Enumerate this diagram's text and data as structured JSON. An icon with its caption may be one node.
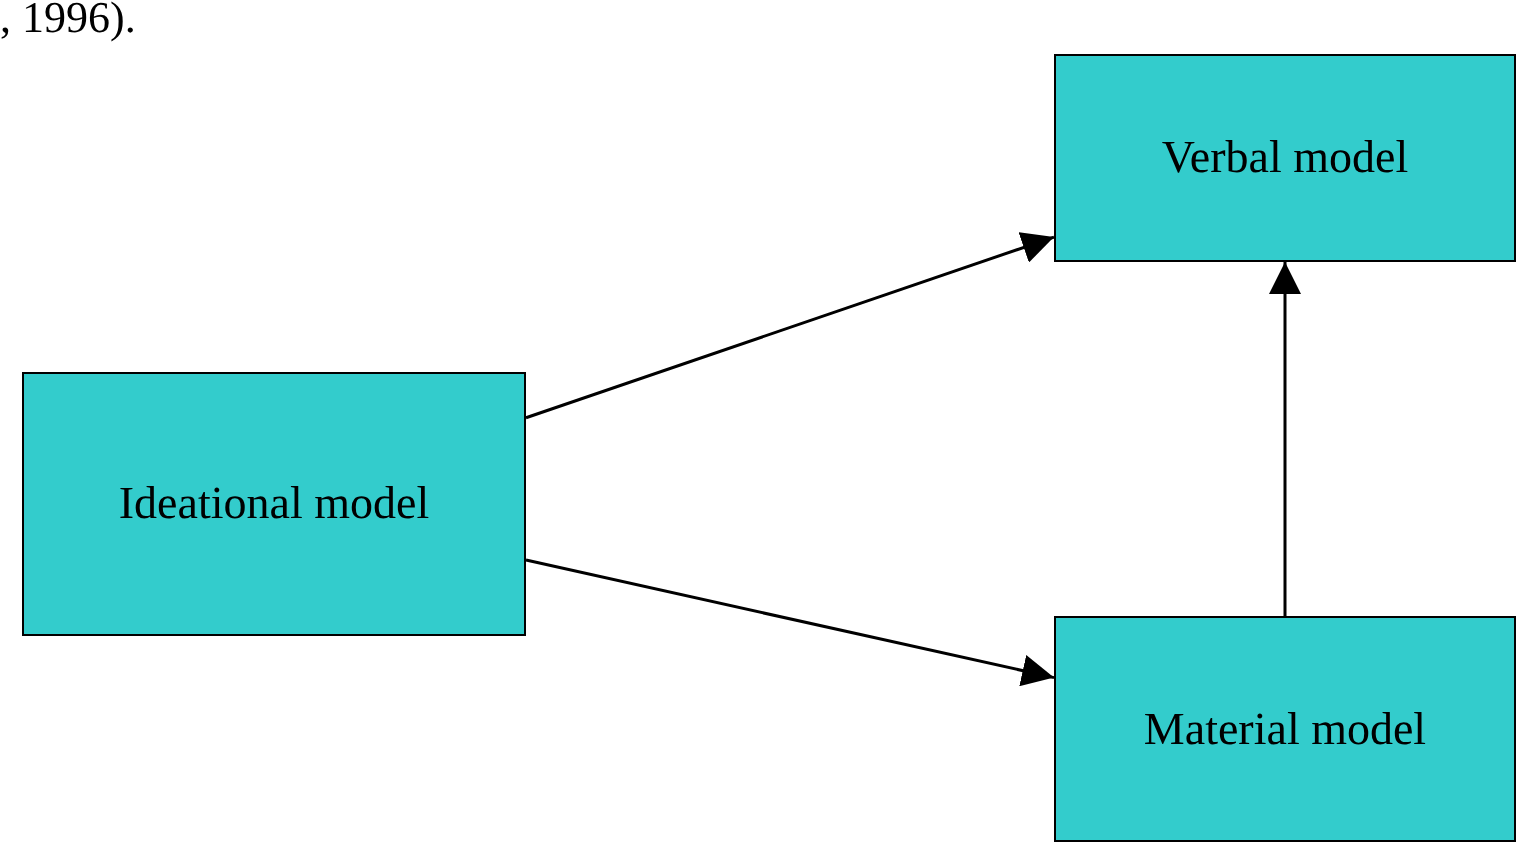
{
  "diagram": {
    "nodes": [
      {
        "text": [
          "Ideational model"
        ]
      },
      {
        "text": [
          "Verbal model"
        ]
      },
      {
        "text": [
          "Material model"
        ]
      }
    ],
    "edges": [
      {
        "from": 0,
        "to": 1,
        "arrow": "to"
      },
      {
        "from": 0,
        "to": 2,
        "arrow": "to"
      },
      {
        "from": 2,
        "to": 1,
        "arrow": "to"
      }
    ],
    "labels": [
      ", 1996)."
    ]
  }
}
